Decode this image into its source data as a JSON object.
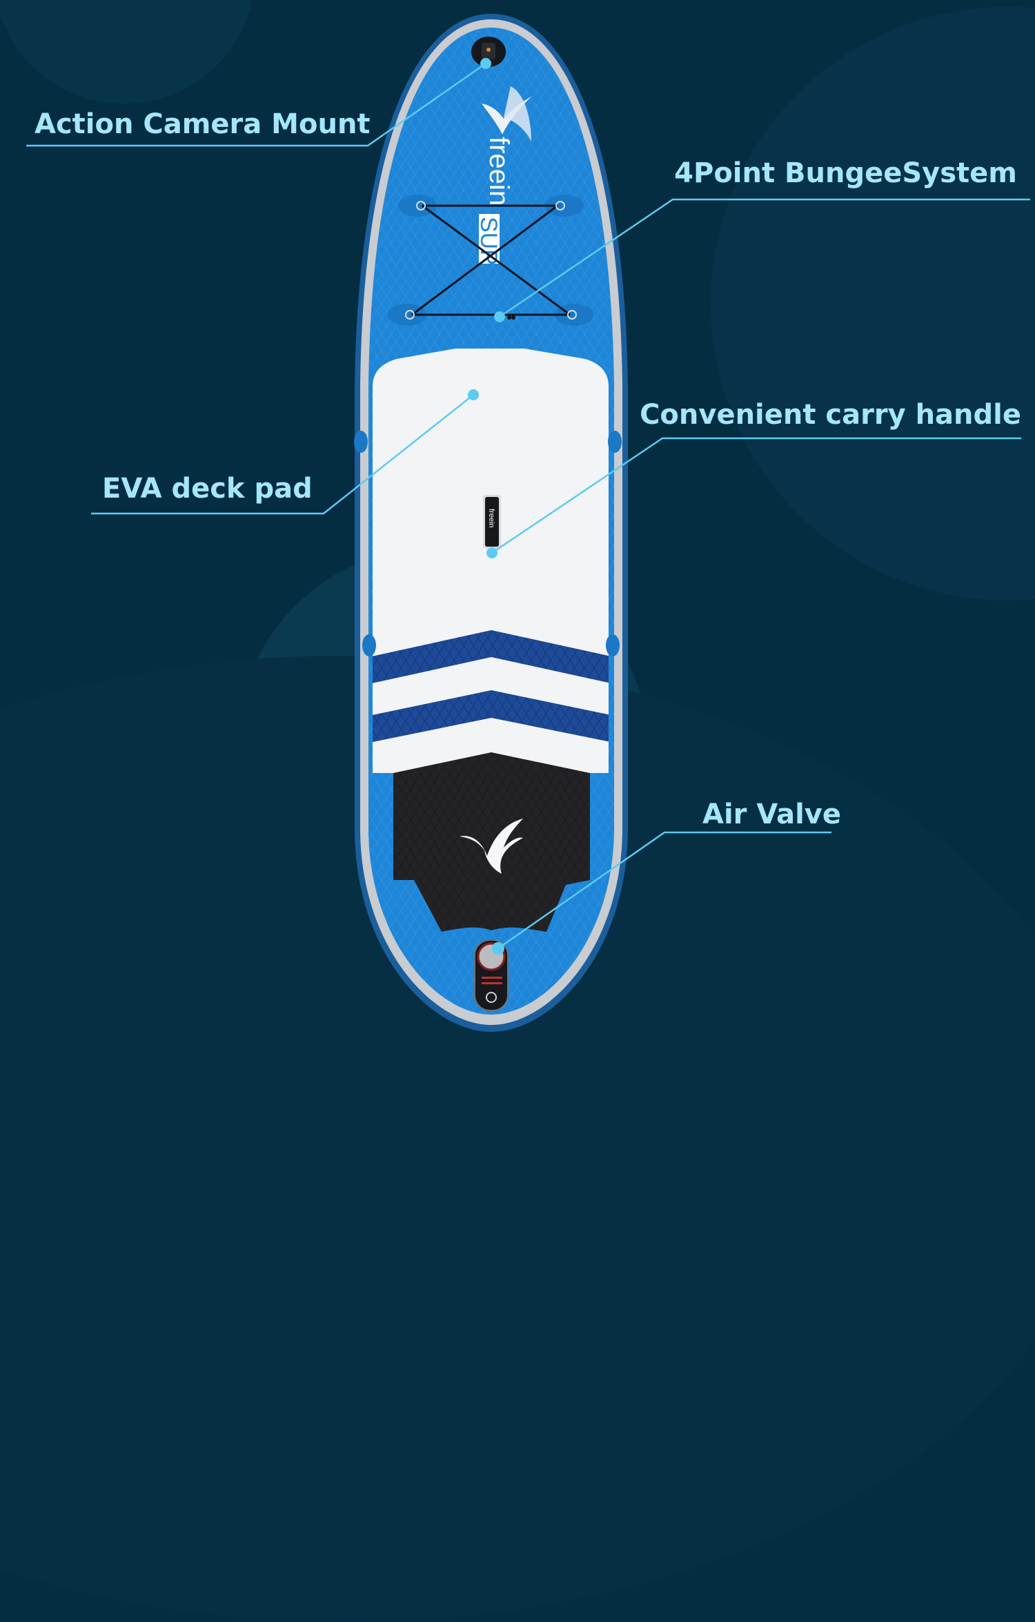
{
  "colors": {
    "background": "#052d42",
    "background_circle": "#0a384f",
    "label_text": "#a5e6fb",
    "leader_line": "#5ccbf2",
    "board_blue": "#1e86d8",
    "board_rail_gray": "#c9ccd0",
    "deck_pad_white": "#f3f4f6",
    "stripe_navy": "#1e4a9a",
    "tail_pad_black": "#232326"
  },
  "product": {
    "brand_logo_text": "freein",
    "brand_logo_badge": "SUP",
    "handle_text": "freein"
  },
  "callouts": [
    {
      "id": "action-camera-mount",
      "label": "Action Camera Mount",
      "side": "left"
    },
    {
      "id": "bungee-system",
      "label": "4Point BungeeSystem",
      "side": "right"
    },
    {
      "id": "eva-deck-pad",
      "label": "EVA deck pad",
      "side": "left"
    },
    {
      "id": "carry-handle",
      "label": "Convenient carry handle",
      "side": "right"
    },
    {
      "id": "air-valve",
      "label": "Air Valve",
      "side": "right"
    }
  ]
}
